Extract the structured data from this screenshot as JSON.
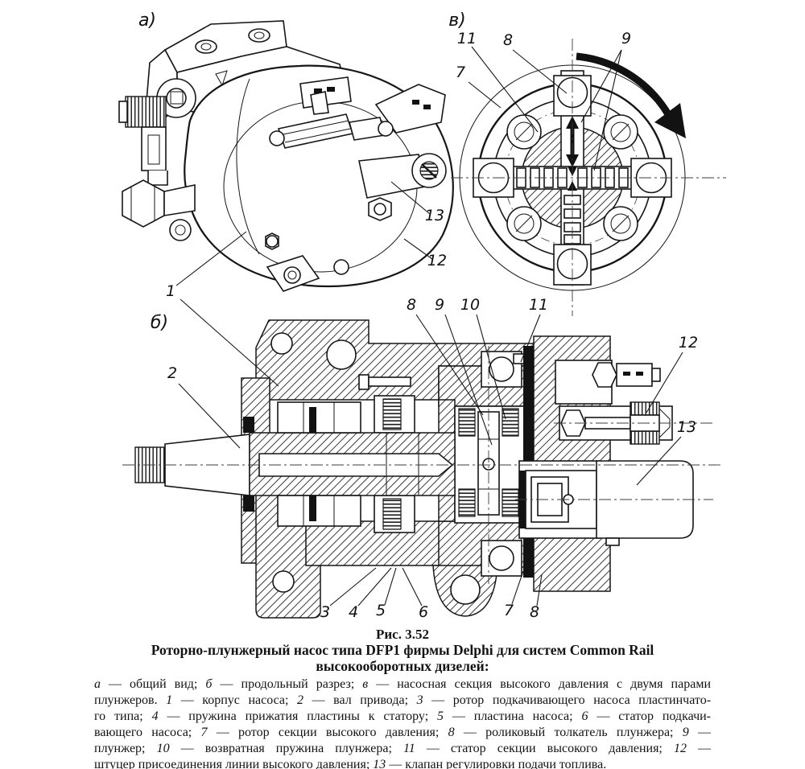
{
  "figure": {
    "views": {
      "a": {
        "label": "а)"
      },
      "b": {
        "label": "б)"
      },
      "v": {
        "label": "в)"
      }
    },
    "callouts": {
      "n1": "1",
      "n2": "2",
      "n3": "3",
      "n4": "4",
      "n5": "5",
      "n6": "6",
      "n7": "7",
      "n8": "8",
      "n9": "9",
      "n10": "10",
      "n11": "11",
      "n12": "12",
      "n13": "13"
    }
  },
  "caption": {
    "figure_number": "Рис. 3.52",
    "title_line1": "Роторно-плунжерный насос типа DFP1 фирмы Delphi для систем Common Rail",
    "title_line2": "высокооборотных дизелей:",
    "legend_lines": [
      [
        {
          "i": "а"
        },
        {
          "t": " — общий вид; "
        },
        {
          "i": "б"
        },
        {
          "t": " — продольный разрез; "
        },
        {
          "i": "в"
        },
        {
          "t": " — насосная секция высокого давления с двумя парами"
        }
      ],
      [
        {
          "t": "плунжеров. "
        },
        {
          "i": "1"
        },
        {
          "t": " — корпус насоса; "
        },
        {
          "i": "2"
        },
        {
          "t": " — вал привода; "
        },
        {
          "i": "3"
        },
        {
          "t": " — ротор подкачивающего насоса пластинчато-"
        }
      ],
      [
        {
          "t": "го типа; "
        },
        {
          "i": "4"
        },
        {
          "t": " — пружина прижатия пластины к статору; "
        },
        {
          "i": "5"
        },
        {
          "t": " — пластина насоса; "
        },
        {
          "i": "6"
        },
        {
          "t": " — статор подкачи-"
        }
      ],
      [
        {
          "t": "вающего насоса; "
        },
        {
          "i": "7"
        },
        {
          "t": " — ротор секции высокого давления; "
        },
        {
          "i": "8"
        },
        {
          "t": " — роликовый толкатель плунжера; "
        },
        {
          "i": "9"
        },
        {
          "t": " —"
        }
      ],
      [
        {
          "t": "плунжер; "
        },
        {
          "i": "10"
        },
        {
          "t": " — возвратная пружина плунжера; "
        },
        {
          "i": "11"
        },
        {
          "t": " — статор секции высокого давления; "
        },
        {
          "i": "12"
        },
        {
          "t": " —"
        }
      ],
      [
        {
          "t": "штуцер присоединения линии высокого давления; "
        },
        {
          "i": "13"
        },
        {
          "t": " — клапан регулировки подачи топлива."
        }
      ]
    ]
  }
}
